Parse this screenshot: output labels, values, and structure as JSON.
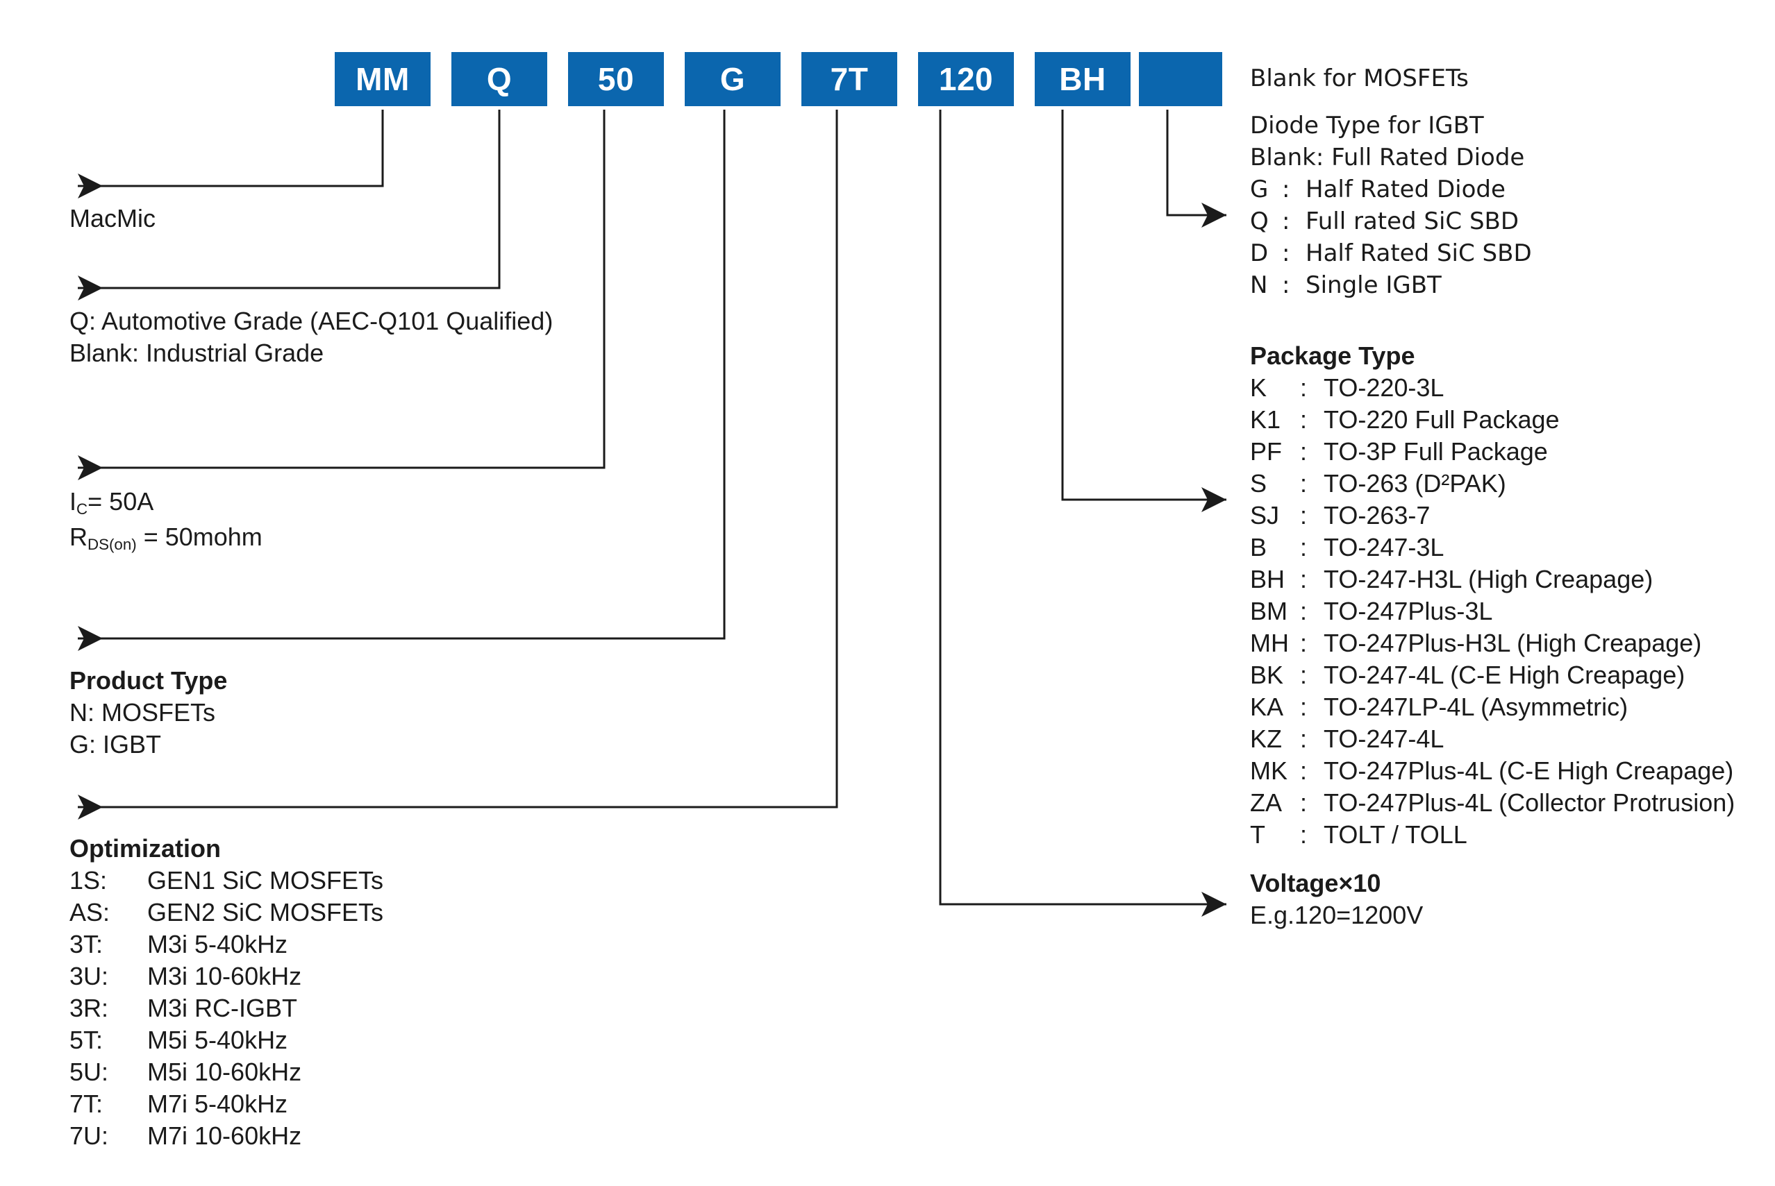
{
  "diagram": {
    "title": "MacMic part number decoder",
    "accent_color": "#0b66ae",
    "text_color": "#1b1b1b"
  },
  "part_number": {
    "segments": [
      {
        "label": "MM",
        "name": "segment-mm"
      },
      {
        "label": "Q",
        "name": "segment-q"
      },
      {
        "label": "50",
        "name": "segment-50"
      },
      {
        "label": "G",
        "name": "segment-g"
      },
      {
        "label": "7T",
        "name": "segment-7t"
      },
      {
        "label": "120",
        "name": "segment-120"
      },
      {
        "label": "BH",
        "name": "segment-bh"
      },
      {
        "label": "",
        "name": "segment-blank"
      }
    ]
  },
  "left_blocks": {
    "brand": {
      "lines": [
        "MacMic"
      ]
    },
    "grade": {
      "lines": [
        "Q: Automotive Grade (AEC-Q101 Qualified)",
        "Blank: Industrial Grade"
      ]
    },
    "rating": {
      "line1_prefix": "I",
      "line1_sub": "C",
      "line1_suffix": "= 50A",
      "line2_prefix": "R",
      "line2_sub": "DS(on)",
      "line2_suffix": " = 50mohm"
    },
    "product_type": {
      "heading": "Product Type",
      "lines": [
        "N: MOSFETs",
        "G: IGBT"
      ]
    },
    "optimization": {
      "heading": "Optimization",
      "items": [
        {
          "code": "1S:",
          "desc": "GEN1 SiC MOSFETs"
        },
        {
          "code": "AS:",
          "desc": "GEN2 SiC MOSFETs"
        },
        {
          "code": "3T:",
          "desc": "M3i 5-40kHz"
        },
        {
          "code": "3U:",
          "desc": "M3i 10-60kHz"
        },
        {
          "code": "3R:",
          "desc": "M3i RC-IGBT"
        },
        {
          "code": "5T:",
          "desc": "M5i 5-40kHz"
        },
        {
          "code": "5U:",
          "desc": "M5i 10-60kHz"
        },
        {
          "code": "7T:",
          "desc": "M7i 5-40kHz"
        },
        {
          "code": "7U:",
          "desc": "M7i 10-60kHz"
        }
      ]
    }
  },
  "right_blocks": {
    "mosfet_note": "Blank for MOSFETs",
    "diode_type": {
      "heading": "Diode Type for IGBT",
      "blank_line": "Blank: Full Rated Diode",
      "items": [
        {
          "code": "G",
          "sep": ":",
          "desc": "Half Rated Diode"
        },
        {
          "code": "Q",
          "sep": ":",
          "desc": "Full rated SiC SBD"
        },
        {
          "code": "D",
          "sep": ":",
          "desc": "Half Rated SiC SBD"
        },
        {
          "code": "N",
          "sep": ":",
          "desc": "Single IGBT"
        }
      ]
    },
    "package_type": {
      "heading": "Package Type",
      "items": [
        {
          "code": "K",
          "sep": ":",
          "desc": "TO-220-3L"
        },
        {
          "code": "K1",
          "sep": ":",
          "desc": "TO-220 Full Package"
        },
        {
          "code": "PF",
          "sep": ":",
          "desc": "TO-3P Full Package"
        },
        {
          "code": "S",
          "sep": ":",
          "desc": "TO-263 (D²PAK)"
        },
        {
          "code": "SJ",
          "sep": ":",
          "desc": "TO-263-7"
        },
        {
          "code": "B",
          "sep": ":",
          "desc": "TO-247-3L"
        },
        {
          "code": "BH",
          "sep": ":",
          "desc": "TO-247-H3L (High Creapage)"
        },
        {
          "code": "BM",
          "sep": ":",
          "desc": "TO-247Plus-3L"
        },
        {
          "code": "MH",
          "sep": ":",
          "desc": "TO-247Plus-H3L (High Creapage)"
        },
        {
          "code": "BK",
          "sep": ":",
          "desc": "TO-247-4L (C-E High Creapage)"
        },
        {
          "code": "KA",
          "sep": ":",
          "desc": "TO-247LP-4L (Asymmetric)"
        },
        {
          "code": "KZ",
          "sep": ":",
          "desc": "TO-247-4L"
        },
        {
          "code": "MK",
          "sep": ":",
          "desc": "TO-247Plus-4L (C-E High Creapage)"
        },
        {
          "code": "ZA",
          "sep": ":",
          "desc": "TO-247Plus-4L (Collector Protrusion)"
        },
        {
          "code": "T",
          "sep": ":",
          "desc": "TOLT / TOLL"
        }
      ]
    },
    "voltage": {
      "heading": "Voltage×10",
      "example": "E.g.120=1200V"
    }
  }
}
